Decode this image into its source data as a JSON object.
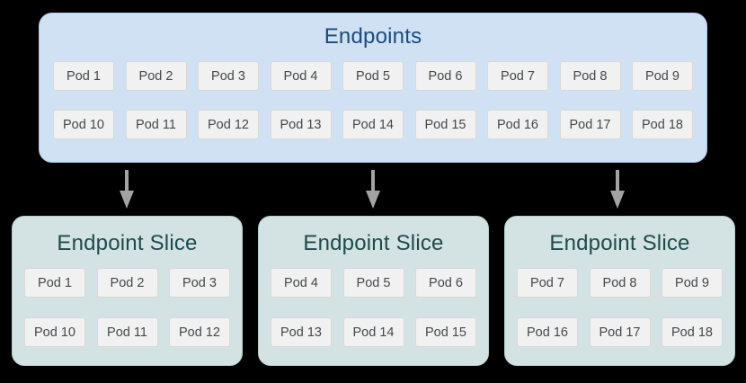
{
  "diagram": {
    "background_color": "#000000",
    "endpoints": {
      "title": "Endpoints",
      "fill_color": "#cfe1f3",
      "title_color": "#1b4c7d",
      "rows": [
        [
          "Pod 1",
          "Pod 2",
          "Pod 3",
          "Pod 4",
          "Pod 5",
          "Pod 6",
          "Pod 7",
          "Pod 8",
          "Pod 9"
        ],
        [
          "Pod 10",
          "Pod 11",
          "Pod 12",
          "Pod 13",
          "Pod 14",
          "Pod 15",
          "Pod 16",
          "Pod 17",
          "Pod 18"
        ]
      ]
    },
    "arrow_color": "#a3a3a3",
    "pod_fill_color": "#f1f1f1",
    "pod_text_color": "#46484b",
    "slices": [
      {
        "title": "Endpoint Slice",
        "fill_color": "#d3e2e2",
        "title_color": "#1e4b4a",
        "rows": [
          [
            "Pod 1",
            "Pod 2",
            "Pod 3"
          ],
          [
            "Pod 10",
            "Pod 11",
            "Pod 12"
          ]
        ]
      },
      {
        "title": "Endpoint Slice",
        "fill_color": "#d3e2e2",
        "title_color": "#1e4b4a",
        "rows": [
          [
            "Pod 4",
            "Pod 5",
            "Pod 6"
          ],
          [
            "Pod 13",
            "Pod 14",
            "Pod 15"
          ]
        ]
      },
      {
        "title": "Endpoint Slice",
        "fill_color": "#d3e2e2",
        "title_color": "#1e4b4a",
        "rows": [
          [
            "Pod 7",
            "Pod 8",
            "Pod 9"
          ],
          [
            "Pod 16",
            "Pod 17",
            "Pod 18"
          ]
        ]
      }
    ]
  }
}
